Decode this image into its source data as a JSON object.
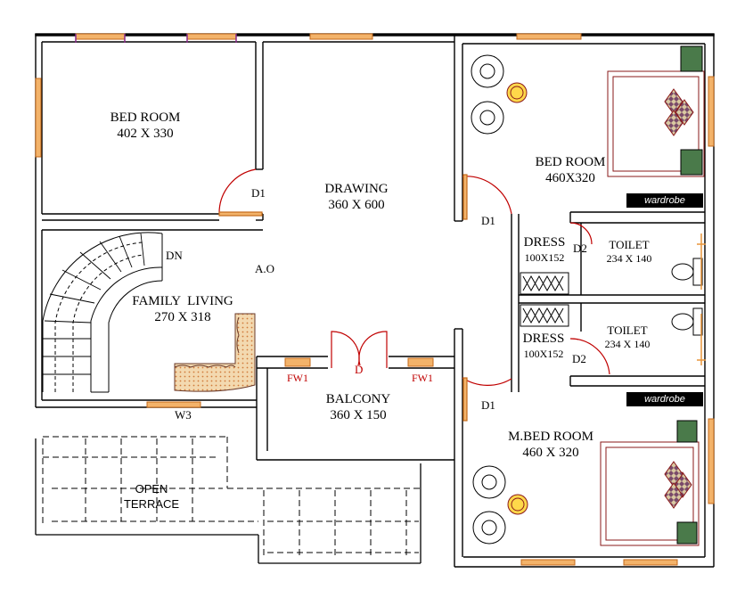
{
  "rooms": {
    "bed_room_1": {
      "name": "BED ROOM",
      "size": "402 X 330"
    },
    "drawing": {
      "name": "DRAWING",
      "size": "360 X 600"
    },
    "bed_room_2": {
      "name": "BED ROOM",
      "size": "460X320"
    },
    "dress_1": {
      "name": "DRESS",
      "size": "100X152"
    },
    "dress_2": {
      "name": "DRESS",
      "size": "100X152"
    },
    "toilet_1": {
      "name": "TOILET",
      "size": "234 X 140"
    },
    "toilet_2": {
      "name": "TOILET",
      "size": "234 X 140"
    },
    "family_living": {
      "name": "FAMILY  LIVING",
      "size": "270 X 318"
    },
    "balcony": {
      "name": "BALCONY",
      "size": "360 X 150"
    },
    "master_bed_room": {
      "name": "M.BED ROOM",
      "size": "460 X 320"
    },
    "open_terrace": {
      "line1": "OPEN",
      "line2": "TERRACE"
    }
  },
  "tags": {
    "d1_a": "D1",
    "d1_b": "D1",
    "d1_c": "D1",
    "d2_a": "D2",
    "d2_b": "D2",
    "d_main": "D",
    "fw1_left": "FW1",
    "fw1_right": "FW1",
    "w3": "W3",
    "dn": "DN",
    "ao": "A.O",
    "wardrobe_1": "wardrobe",
    "wardrobe_2": "wardrobe"
  },
  "colors": {
    "wall": "#000000",
    "window": "#e8963a",
    "window_edge": "#8a2a8a",
    "door_arc": "#c00000",
    "sofa_fill": "#f3d9b0",
    "pouf_fill": "#ffd84a",
    "cushion_fill": "#7a4a6a",
    "pillow_fill": "#4a7a4a"
  }
}
